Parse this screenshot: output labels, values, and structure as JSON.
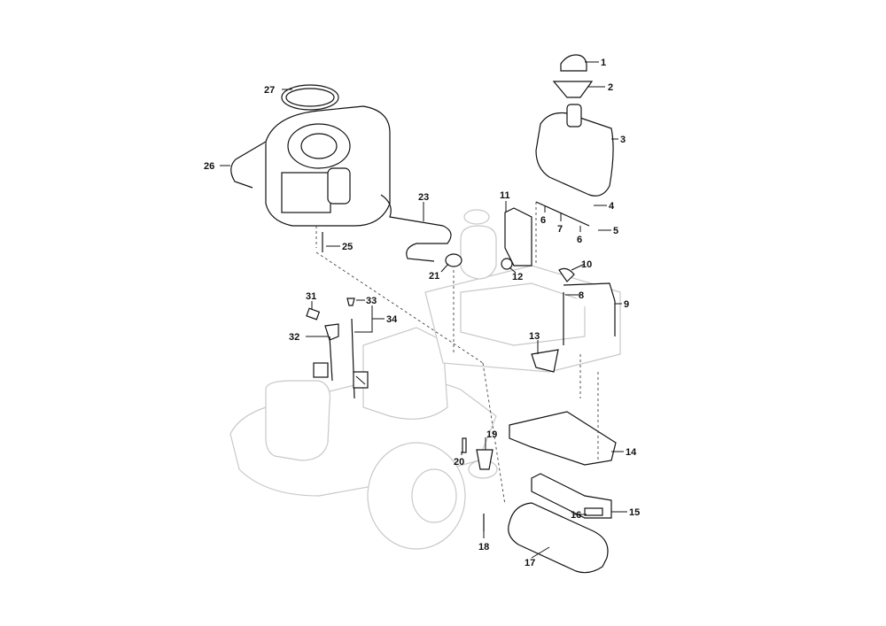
{
  "diagram": {
    "title": "Exploded parts view - engine, fuel tank and exhaust",
    "callouts": {
      "p1": "1",
      "p2": "2",
      "p3": "3",
      "p4": "4",
      "p5": "5",
      "p6a": "6",
      "p6b": "6",
      "p7": "7",
      "p8": "8",
      "p9": "9",
      "p10": "10",
      "p11": "11",
      "p12": "12",
      "p13": "13",
      "p14": "14",
      "p15": "15",
      "p16": "16",
      "p17": "17",
      "p18": "18",
      "p19": "19",
      "p20": "20",
      "p21": "21",
      "p23": "23",
      "p25": "25",
      "p26": "26",
      "p27": "27",
      "p31": "31",
      "p32": "32",
      "p33": "33",
      "p34": "34"
    }
  }
}
